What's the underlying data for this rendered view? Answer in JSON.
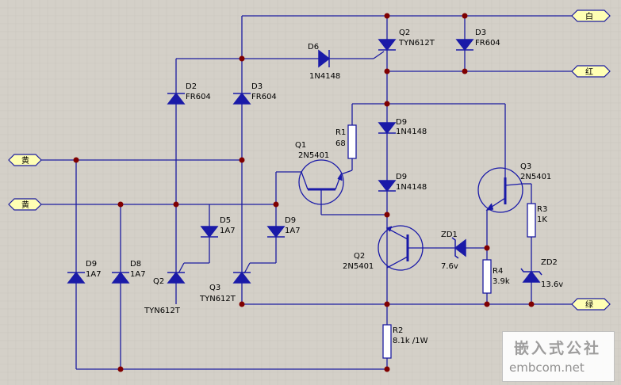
{
  "ports": {
    "white": "白",
    "red": "红",
    "yellow1": "黄",
    "yellow2": "黄",
    "green": "绿"
  },
  "components": {
    "D6": {
      "ref": "D6",
      "value": "1N4148"
    },
    "Q2_top": {
      "ref": "Q2",
      "value": "TYN612T"
    },
    "D3_top": {
      "ref": "D3",
      "value": "FR604"
    },
    "D2": {
      "ref": "D2",
      "value": "FR604"
    },
    "D3_mid": {
      "ref": "D3",
      "value": "FR604"
    },
    "R1": {
      "ref": "R1",
      "value": "68"
    },
    "D9_a": {
      "ref": "D9",
      "value": "1N4148"
    },
    "Q1": {
      "ref": "Q1",
      "value": "2N5401"
    },
    "D9_b": {
      "ref": "D9",
      "value": "1N4148"
    },
    "Q3_right": {
      "ref": "Q3",
      "value": "2N5401"
    },
    "R3": {
      "ref": "R3",
      "value": "1K"
    },
    "D5": {
      "ref": "D5",
      "value": "1A7"
    },
    "D9_c": {
      "ref": "D9",
      "value": "1A7"
    },
    "D9_left": {
      "ref": "D9",
      "value": "1A7"
    },
    "D8": {
      "ref": "D8",
      "value": "1A7"
    },
    "Q2_scr": {
      "ref": "Q2",
      "value": "TYN612T"
    },
    "Q3_scr": {
      "ref": "Q3",
      "value": "TYN612T"
    },
    "Q2_pnp": {
      "ref": "Q2",
      "value": "2N5401"
    },
    "ZD1": {
      "ref": "ZD1",
      "value": "7.6v"
    },
    "R4": {
      "ref": "R4",
      "value": "3.9k"
    },
    "ZD2": {
      "ref": "ZD2",
      "value": "13.6v"
    },
    "R2": {
      "ref": "R2",
      "value": "8.1k /1W"
    }
  },
  "watermark": {
    "cn": "嵌入式公社",
    "en": "embcom.net"
  },
  "colors": {
    "wire": "#1c1ca0",
    "junction": "#800000",
    "symbol": "#1a1aa8",
    "portFill": "#ffffb4",
    "background": "#d4d0c8"
  }
}
